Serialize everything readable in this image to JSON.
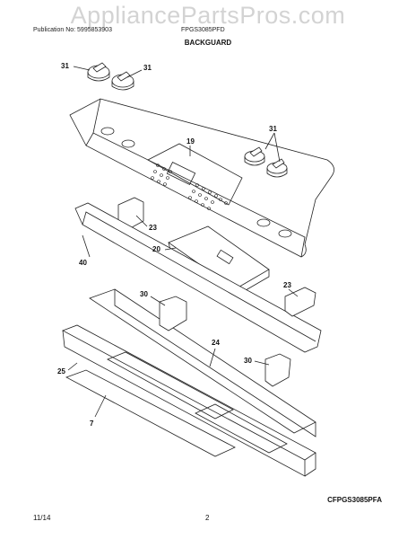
{
  "header": {
    "watermark": "AppliancePartsPros.com",
    "publication": "Publication No: 5995853903",
    "model": "FPGS3085PFD",
    "section_title": "BACKGUARD"
  },
  "callouts": {
    "c31a": "31",
    "c31b": "31",
    "c31c": "31",
    "c19": "19",
    "c23a": "23",
    "c20": "20",
    "c40": "40",
    "c23b": "23",
    "c30a": "30",
    "c24": "24",
    "c30b": "30",
    "c25": "25",
    "c7": "7"
  },
  "footer": {
    "diagram_code": "CFPGS3085PFA",
    "date": "11/14",
    "page": "2"
  },
  "icons": [
    "knob-icon",
    "control-panel-keypad",
    "clock-display"
  ]
}
